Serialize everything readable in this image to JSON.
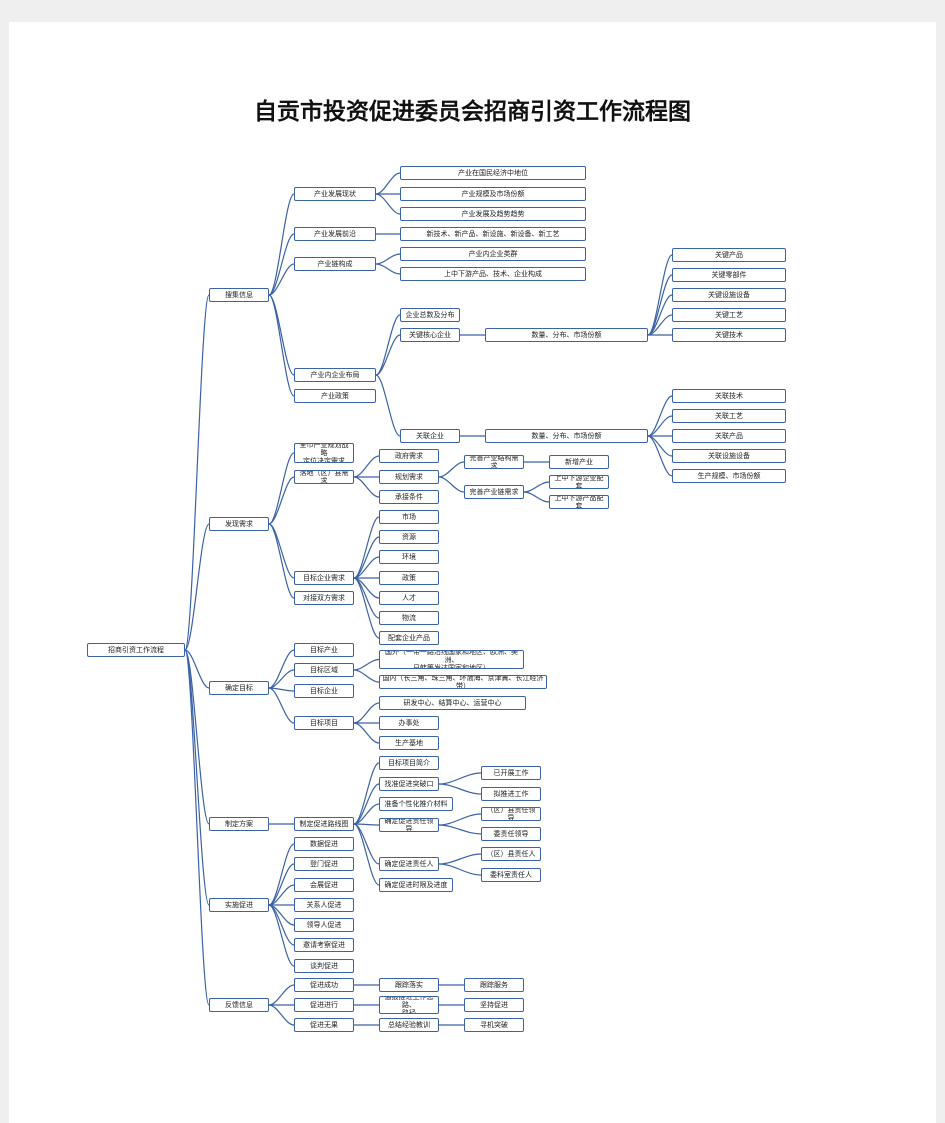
{
  "title": "自贡市投资促进委员会招商引资工作流程图",
  "colors": {
    "node_border": "#3b62a4",
    "edge": "#3b62a4",
    "text": "#222222"
  },
  "diagram": {
    "nodes": {
      "root": "招商引资工作流程",
      "c1": "搜集信息",
      "c2": "发现需求",
      "c3": "确定目标",
      "c4": "制定方案",
      "c5": "实施促进",
      "c6": "反馈信息",
      "a1": "产业发展现状",
      "a1a": "产业在国民经济中地位",
      "a1b": "产业规模及市场份额",
      "a1c": "产业发展及趋势趋势",
      "a2": "产业发展前沿",
      "a2a": "新技术、新产品、新设施、新设备、新工艺",
      "a3": "产业链构成",
      "a3a": "产业内企业类群",
      "a3b": "上中下游产品、技术、企业构成",
      "a4": "产业内企业布局",
      "a4a": "企业总数及分布",
      "a4b": "关键核心企业",
      "a4b1": "数量、分布、市场份额",
      "k1": "关键产品",
      "k2": "关键零部件",
      "k3": "关键设施设备",
      "k4": "关键工艺",
      "k5": "关键技术",
      "a4c": "关联企业",
      "a4c1": "数量、分布、市场份额",
      "r1": "关联技术",
      "r2": "关联工艺",
      "r3": "关联产品",
      "r4": "关联设施设备",
      "r5": "生产规模、市场份额",
      "a5": "产业政策",
      "b1": "全市产业规划战略\n定位决定需求",
      "b2": "落地（区）县需求",
      "b2a": "政府需求",
      "b2b": "规划需求",
      "b2c": "承接条件",
      "b2b1": "完善产业结构需求",
      "b2b1a": "新增产业",
      "b2b2": "完善产业链需求",
      "b2b2a": "上中下游企业配套",
      "b2b2b": "上中下游产品配套",
      "b3": "目标企业需求",
      "b3a": "市场",
      "b3b": "资源",
      "b3c": "环境",
      "b3d": "政策",
      "b3e": "人才",
      "b3f": "物流",
      "b3g": "配套企业产品",
      "b4": "对接双方需求",
      "d1": "目标产业",
      "d2": "目标区域",
      "d2a": "国外（一带一路沿线国家和地区、欧洲、美洲、\n日韩等发达国家和地区）",
      "d2b": "国内（长三角、珠三角、环渤海、京津冀、长江经济带）",
      "d3": "目标企业",
      "d4": "目标项目",
      "d4a": "研发中心、结算中心、运营中心",
      "d4b": "办事处",
      "d4c": "生产基地",
      "e1": "制定促进路线图",
      "e1a": "目标项目简介",
      "e1b": "找准促进突破口",
      "e1b1": "已开展工作",
      "e1b2": "拟推进工作",
      "e1c": "准备个性化推介材料",
      "e1d": "确定促进责任领导",
      "e1d1": "（区）县责任领导",
      "e1d2": "委责任领导",
      "e1e": "确定促进责任人",
      "e1e1": "（区）县责任人",
      "e1e2": "委科室责任人",
      "e1f": "确定促进时限及进度",
      "f1": "数据促进",
      "f2": "登门促进",
      "f3": "会展促进",
      "f4": "关系人促进",
      "f5": "领导人促进",
      "f6": "邀请考察促进",
      "f7": "谈判促进",
      "g1": "促进成功",
      "g1a": "跟踪落实",
      "g1b": "跟踪服务",
      "g2": "促进进行",
      "g2a": "通报推进工作思路、\n路径",
      "g2b": "坚持促进",
      "g3": "促进无果",
      "g3a": "总结经验教训",
      "g3b": "寻机突破"
    }
  }
}
